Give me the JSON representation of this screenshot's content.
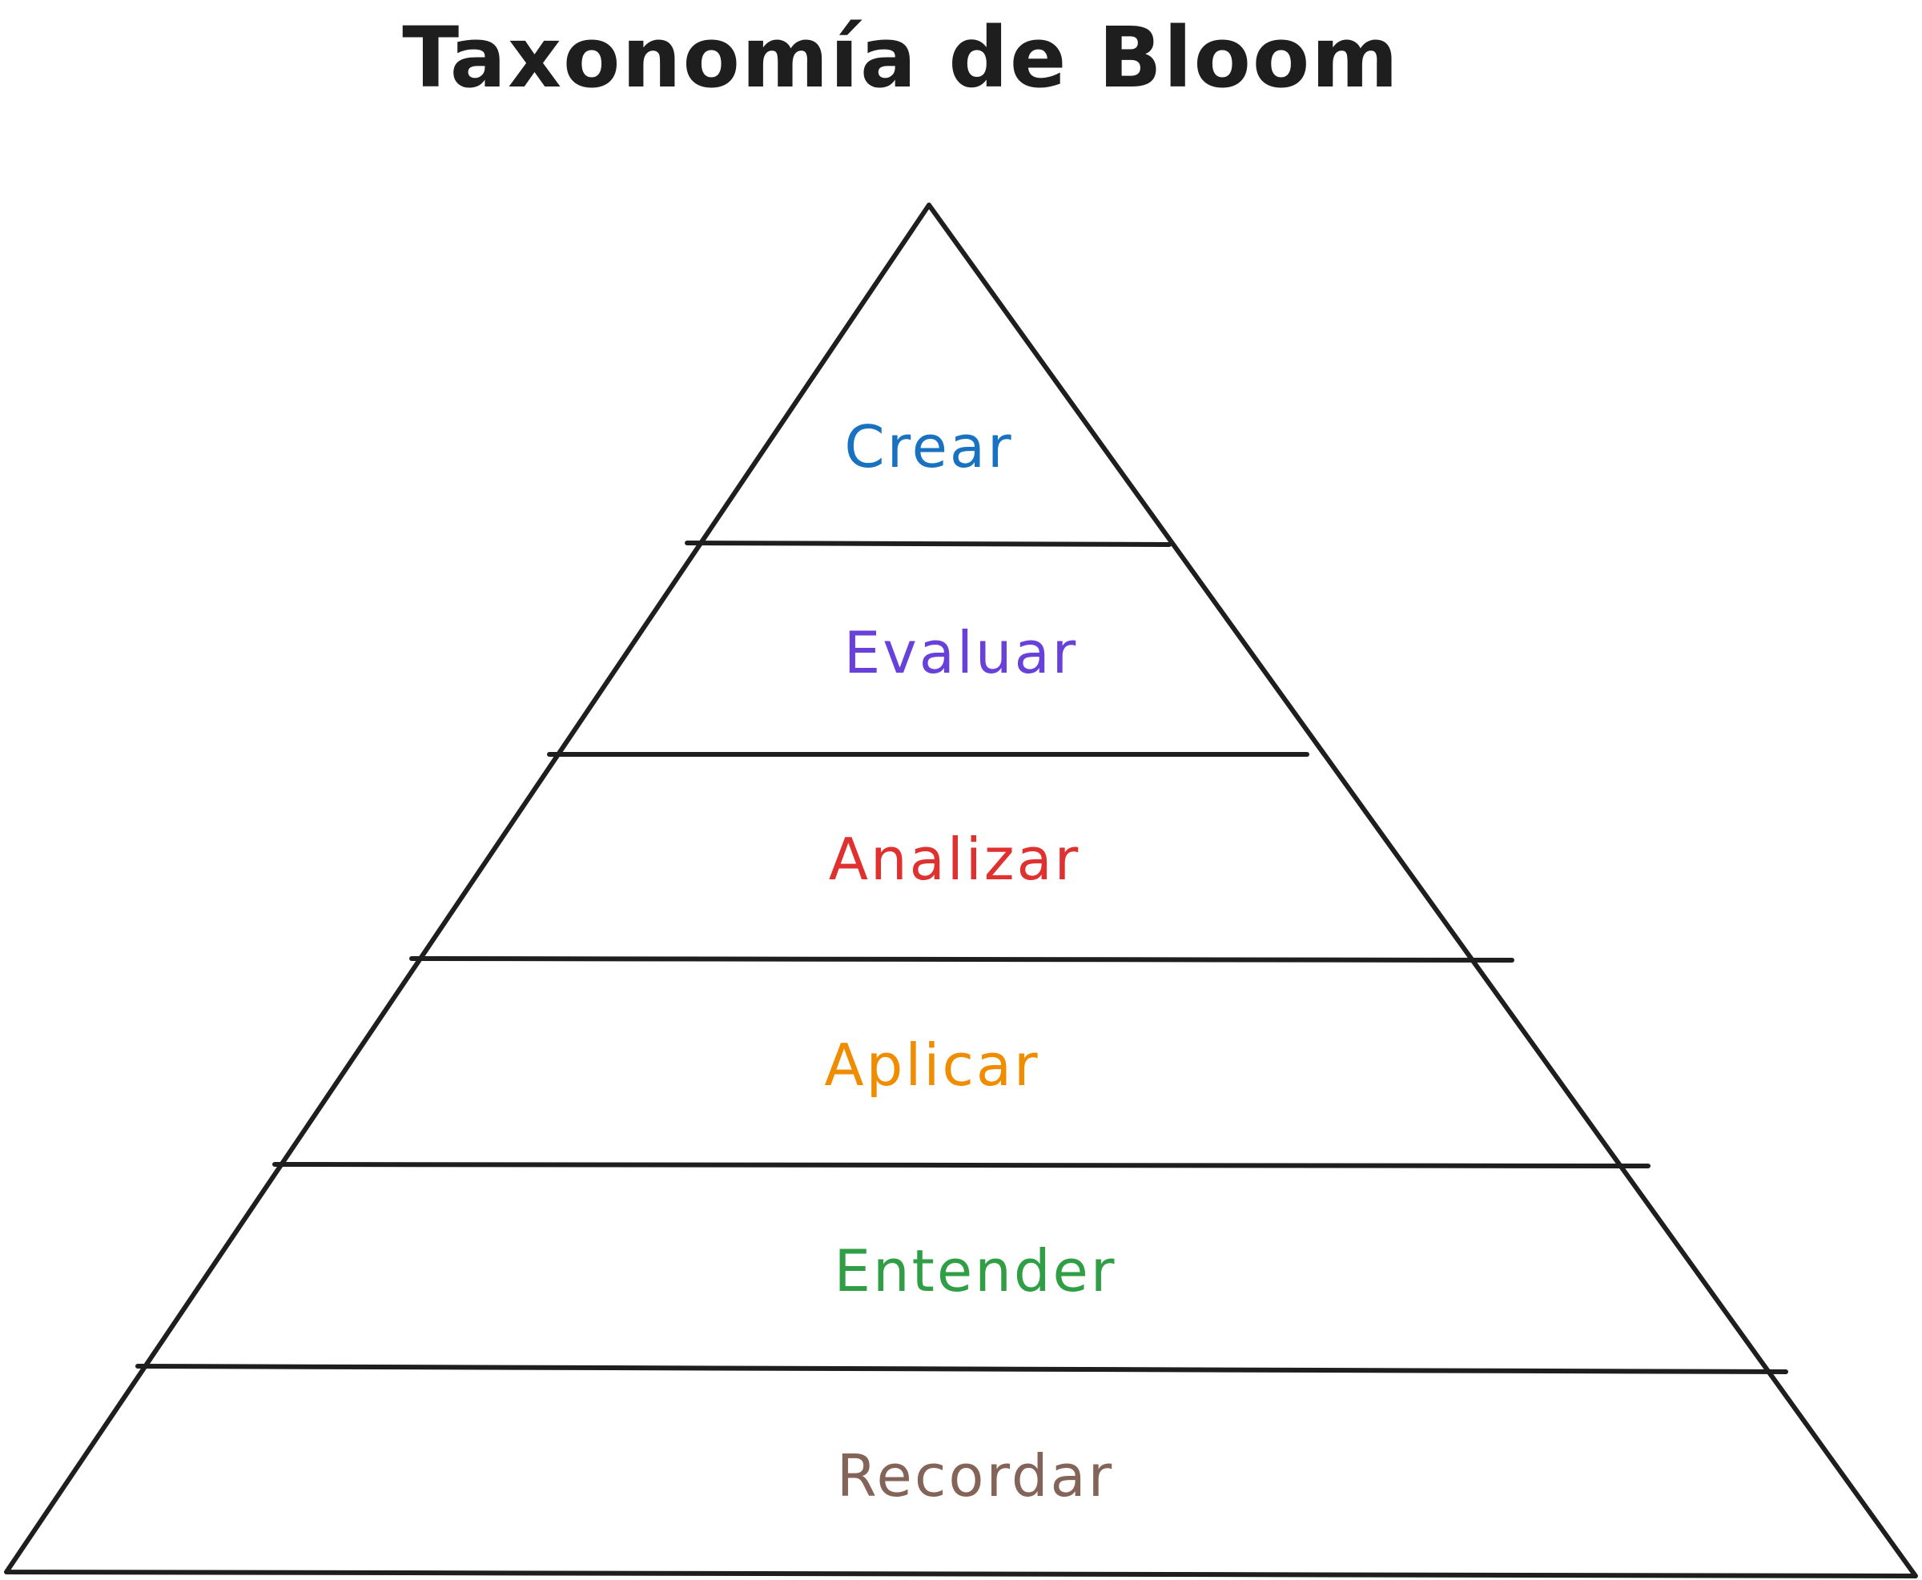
{
  "title": "Taxonomía de Bloom",
  "pyramid": {
    "levels": [
      {
        "label": "Crear",
        "color": "#1971c2"
      },
      {
        "label": "Evaluar",
        "color": "#6741d9"
      },
      {
        "label": "Analizar",
        "color": "#e03131"
      },
      {
        "label": "Aplicar",
        "color": "#f08c00"
      },
      {
        "label": "Entender",
        "color": "#2f9e44"
      },
      {
        "label": "Recordar",
        "color": "#846358"
      }
    ],
    "stroke_color": "#1e1e1e"
  }
}
